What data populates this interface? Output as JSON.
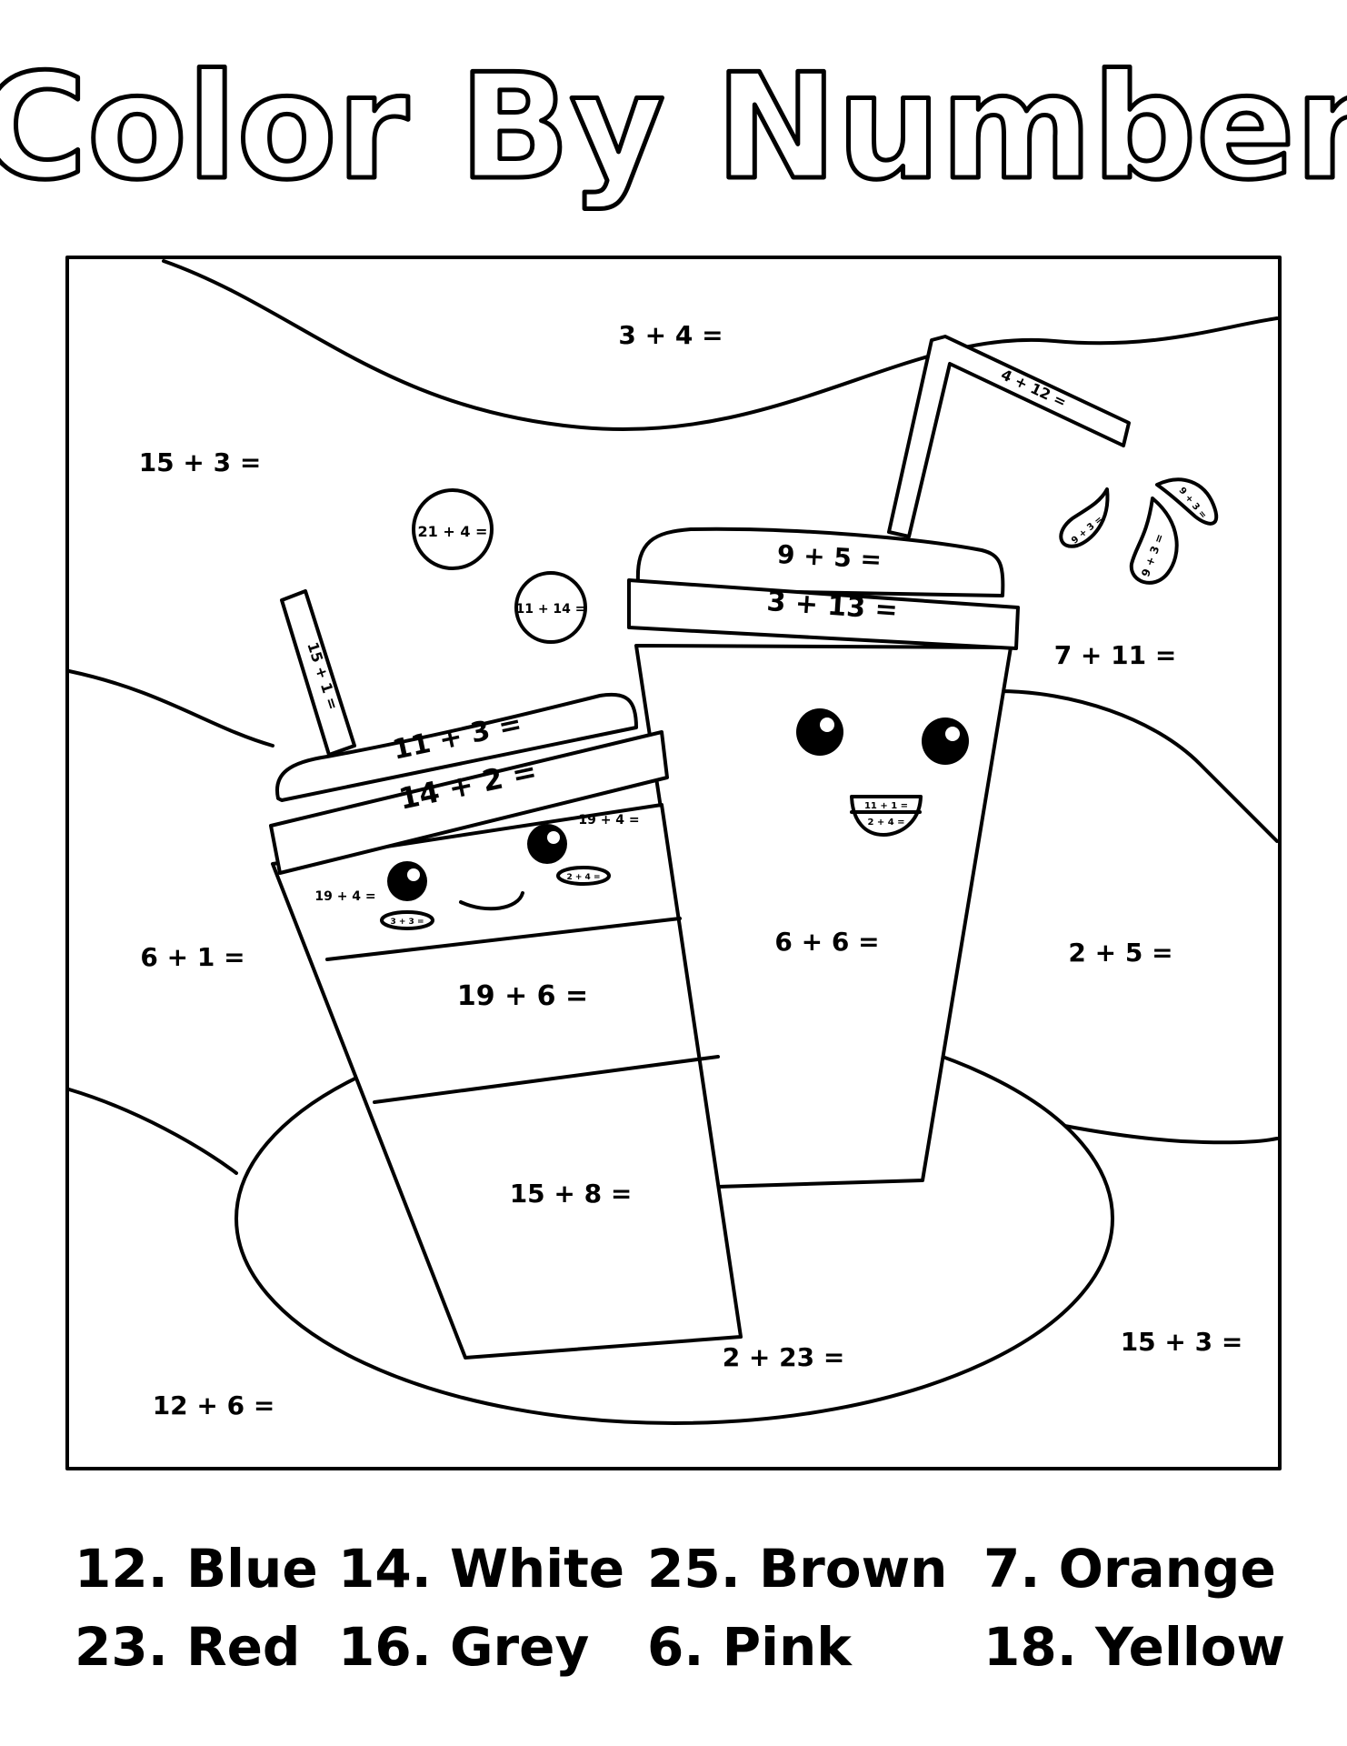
{
  "title": "Color By Number",
  "equations": {
    "sky_top": "3 + 4 =",
    "sky_left": "15 + 3 =",
    "bubble_big": "21 + 4 =",
    "bubble_small": "11 + 14 =",
    "straw_right": "4 + 12 =",
    "drop_1": "9 + 3 =",
    "drop_2": "9 + 3 =",
    "drop_3": "9 + 3 =",
    "right_lid_top": "9 + 5 =",
    "right_lid_band": "3 + 13 =",
    "right_bg": "7 + 11 =",
    "straw_left": "15 + 1 =",
    "left_lid_top": "11 + 3 =",
    "left_lid_band": "14 + 2 =",
    "left_eye_right": "19 + 4 =",
    "left_eye_left": "19 + 4 =",
    "left_cheek_right": "2 + 4 =",
    "left_cheek_left": "3 + 3 =",
    "right_mouth_teeth": "11 + 1 =",
    "right_mouth_tongue": "2 + 4 =",
    "right_cup_body": "6 + 6 =",
    "mid_left_bg": "6 + 1 =",
    "mid_right_bg": "2 + 5 =",
    "left_sleeve": "19 + 6 =",
    "left_cup_bottom": "15 + 8 =",
    "plate": "2 + 23 =",
    "bottom_right_bg": "15 + 3 =",
    "bottom_left_bg": "12 + 6 ="
  },
  "legend": [
    {
      "label": "12. Blue"
    },
    {
      "label": "14. White"
    },
    {
      "label": "25. Brown"
    },
    {
      "label": "7. Orange"
    },
    {
      "label": "23. Red"
    },
    {
      "label": "16. Grey"
    },
    {
      "label": "6. Pink"
    },
    {
      "label": "18. Yellow"
    }
  ]
}
